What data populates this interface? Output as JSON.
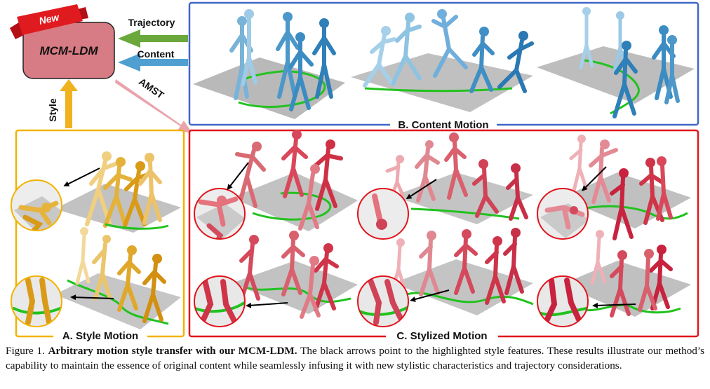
{
  "figure": {
    "badge": "New",
    "model_label": "MCM-LDM",
    "arrow_trajectory": "Trajectory",
    "arrow_content": "Content",
    "arrow_amst": "AMST",
    "arrow_style": "Style",
    "panel_b_title": "B. Content Motion",
    "panel_a_title": "A. Style Motion",
    "panel_c_title": "C. Stylized Motion"
  },
  "colors": {
    "content_blue": "#3f67c6",
    "style_gold": "#f2b200",
    "stylized_red": "#e0151c",
    "model_box": "#d77b85",
    "trajectory_arrow": "#6aa83b",
    "content_arrow": "#4f9fd0",
    "style_arrow": "#f0b21d",
    "amst_arrow": "#e9a3ab",
    "path_green": "#21c21e"
  },
  "caption": {
    "prefix": "Figure 1. ",
    "bold": "Arbitrary motion style transfer with our MCM-LDM.",
    "text": " The black arrows point to the highlighted style features. These results illustrate our method’s capability to maintain the essence of original content while seamlessly infusing it with new stylistic characteristics and trajectory considerations."
  }
}
